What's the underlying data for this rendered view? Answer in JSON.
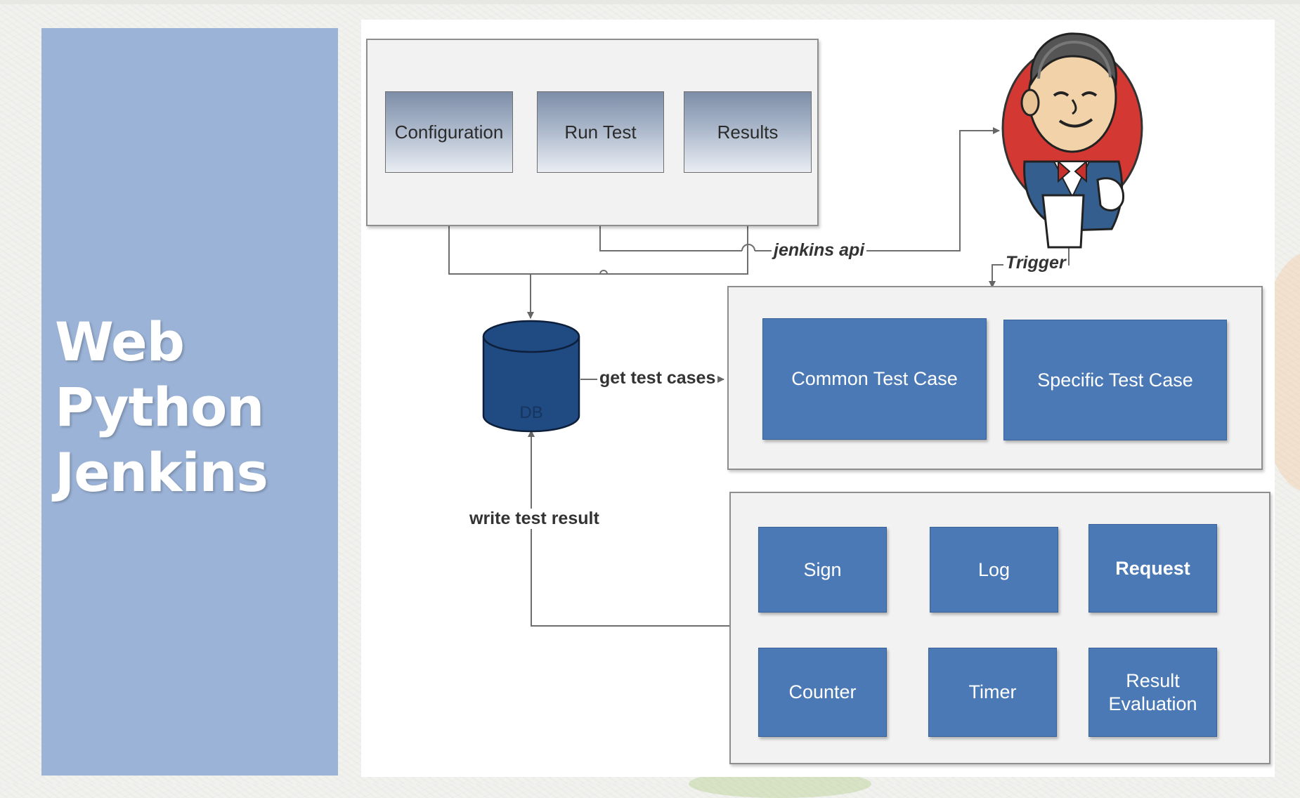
{
  "slide": {
    "title_lines": [
      "Web",
      "Python",
      "Jenkins"
    ]
  },
  "diagram": {
    "ui_group": {
      "items": [
        "Configuration",
        "Run Test",
        "Results"
      ]
    },
    "database": {
      "label": "DB"
    },
    "test_case_group": {
      "items": [
        "Common Test Case",
        "Specific Test Case"
      ]
    },
    "modules_group": {
      "items": [
        "Sign",
        "Log",
        "Request",
        "Counter",
        "Timer",
        "Result\nEvaluation"
      ]
    },
    "edges": {
      "jenkins_api": "jenkins api",
      "trigger": "Trigger",
      "get_test_cases": "get test cases",
      "write_test_result": "write test result"
    },
    "colors": {
      "box_blue": "#4b79b6",
      "db_blue": "#1f4a82",
      "jenkins_red": "#d33833",
      "title_panel": "#9bb3d7"
    },
    "icons": {
      "jenkins_logo": "jenkins-butler-icon"
    }
  }
}
